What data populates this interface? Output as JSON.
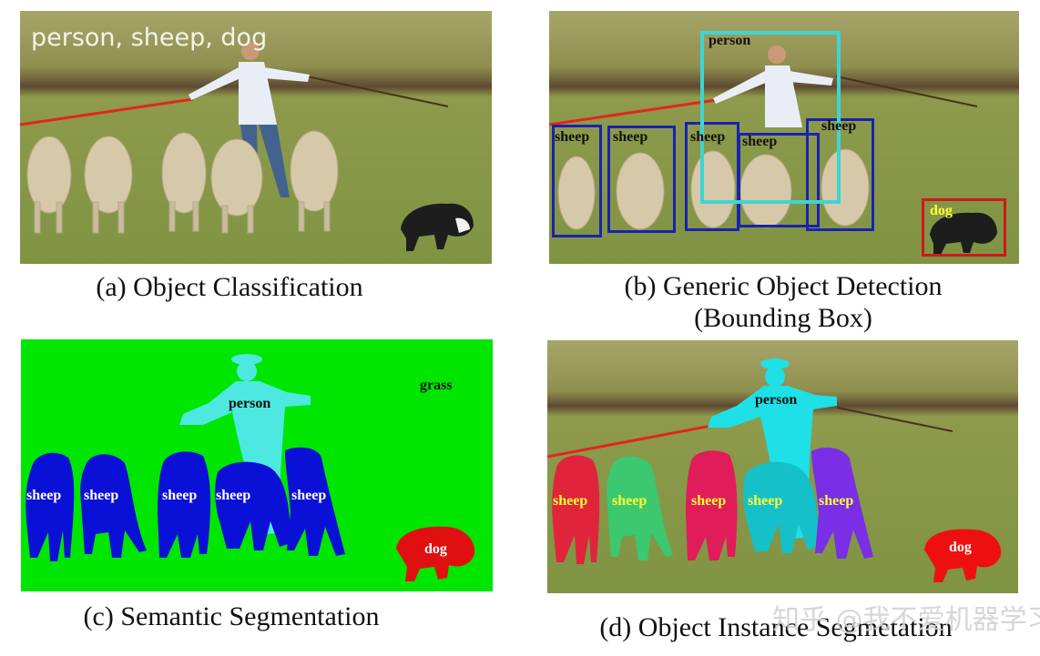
{
  "panels": {
    "a": {
      "caption": "(a) Object Classification",
      "overlay_text": "person, sheep, dog"
    },
    "b": {
      "caption_line1": "(b) Generic Object Detection",
      "caption_line2": "(Bounding Box)",
      "boxes": [
        {
          "label": "person",
          "color": "#3fd4d4"
        },
        {
          "label": "sheep",
          "color": "#1a22b0"
        },
        {
          "label": "sheep",
          "color": "#1a22b0"
        },
        {
          "label": "sheep",
          "color": "#1a22b0"
        },
        {
          "label": "sheep",
          "color": "#1a22b0"
        },
        {
          "label": "sheep",
          "color": "#1a22b0"
        },
        {
          "label": "dog",
          "color": "#d01818"
        }
      ]
    },
    "c": {
      "caption": "(c) Semantic Segmentation",
      "labels": {
        "grass": "grass",
        "person": "person",
        "sheep": [
          "sheep",
          "sheep",
          "sheep",
          "sheep",
          "sheep"
        ],
        "dog": "dog"
      },
      "colors": {
        "grass": "#00e600",
        "person": "#4de8e0",
        "sheep": "#0a10d6",
        "dog": "#e01010"
      }
    },
    "d": {
      "caption": "(d) Object Instance Segmetation",
      "labels": {
        "person": "person",
        "sheep": [
          "sheep",
          "sheep",
          "sheep",
          "sheep",
          "sheep"
        ],
        "dog": "dog"
      },
      "colors": {
        "person": "#1fe0e6",
        "sheep": [
          "#e0243c",
          "#3cc86e",
          "#e01c5a",
          "#16c0c8",
          "#7a2ee6"
        ],
        "dog": "#ee1010"
      }
    }
  },
  "watermark": "知乎 @我不爱机器学习"
}
